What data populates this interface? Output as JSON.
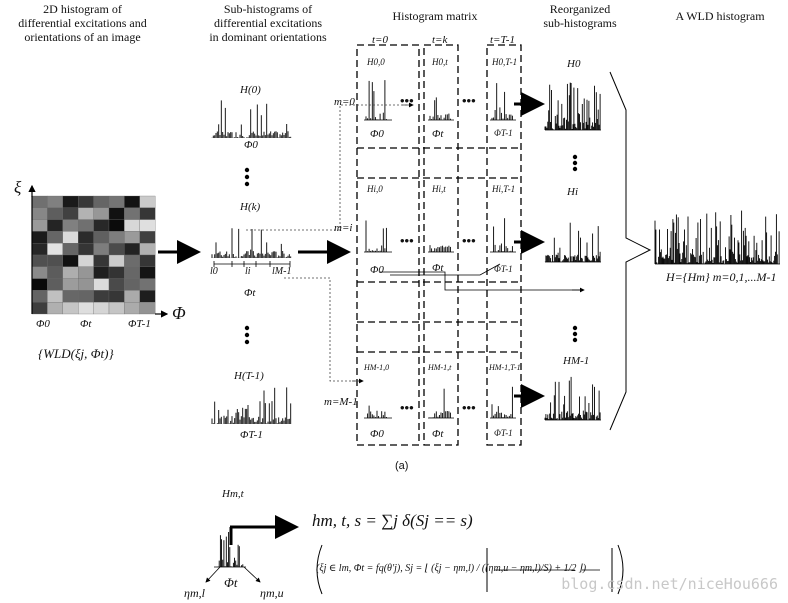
{
  "headers": {
    "h1": "2D histogram of\ndifferential excitations and\norientations of an image",
    "h2": "Sub-histograms of\ndifferential excitations\nin dominant orientations",
    "h3": "Histogram matrix",
    "h4": "Reorganized\nsub-histograms",
    "h5": "A WLD histogram"
  },
  "heatmap": {
    "y_axis": "ξ",
    "x_axis": "Φ",
    "ticks": [
      "Φ0",
      "Φt",
      "ΦT-1"
    ],
    "caption": "{WLD(ξj, Φt)}"
  },
  "subhist": {
    "top_label": "H(0)",
    "top_phi": "Φ0",
    "mid_label": "H(k)",
    "mid_phi": "Φt",
    "mid_ticks": [
      "l0",
      "li",
      "lM-1"
    ],
    "bot_label": "H(T-1)",
    "bot_phi": "ΦT-1"
  },
  "matrix": {
    "cols": [
      "t=0",
      "t=k",
      "t=T-1"
    ],
    "rows": [
      "m=0",
      "m=i",
      "m=M-1"
    ],
    "cells_top": [
      "H0,0",
      "H0,t",
      "H0,T-1"
    ],
    "cells_mid": [
      "Hi,0",
      "Hi,t",
      "Hi,T-1"
    ],
    "cells_bot": [
      "HM-1,0",
      "HM-1,t",
      "HM-1,T-1"
    ],
    "phis": [
      "Φ0",
      "Φt",
      "ΦT-1"
    ],
    "dots": "•••"
  },
  "reorg": {
    "top": "H0",
    "mid": "Hi",
    "bot": "HM-1"
  },
  "wld": {
    "formula": "H={Hm} m=0,1,...M-1"
  },
  "caption_a": "(a)",
  "bottom": {
    "hmt": "Hm,t",
    "phi_t": "Φt",
    "eta_l": "ηm,l",
    "eta_u": "ηm,u",
    "eq1": "hm, t, s = ∑j δ(Sj == s)",
    "eq2": "(ξj ∈ lm,  Φt = fq(θ′j),  Sj = ⌊ (ξj − ηm,l) / ((ηm,u − ηm,l)/S) + 1/2 ⌋)"
  },
  "watermark": "blog.csdn.net/niceHou666"
}
